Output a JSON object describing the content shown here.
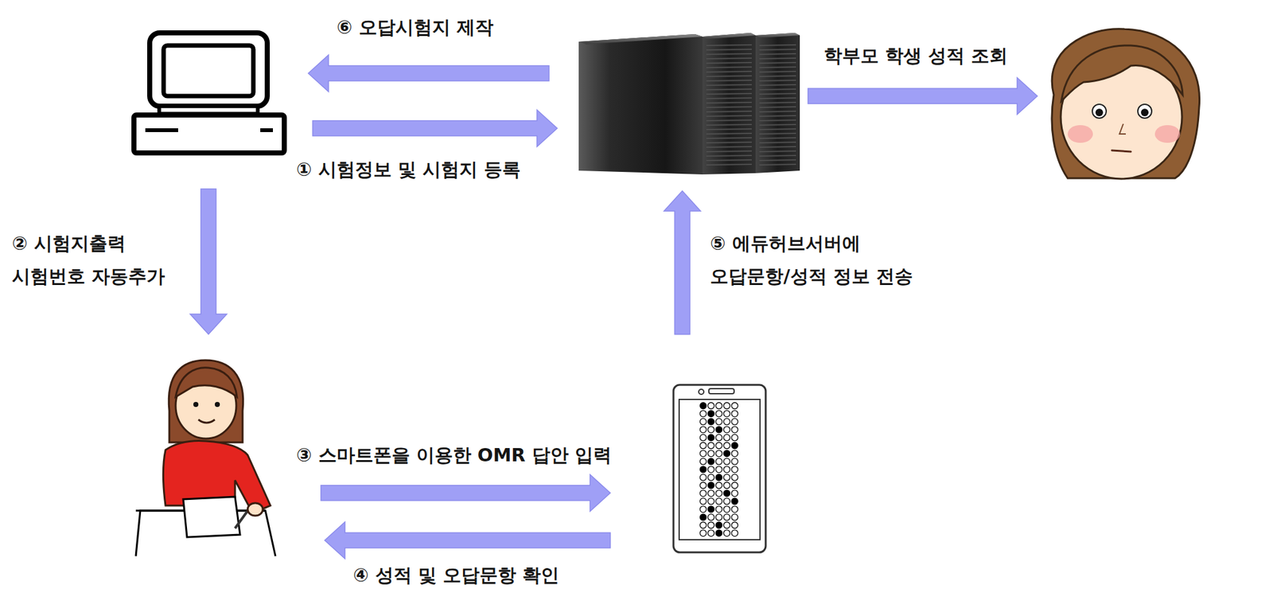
{
  "diagram": {
    "nodes": [
      {
        "text": []
      },
      {
        "text": []
      },
      {
        "text": []
      },
      {
        "text": []
      },
      {
        "text": []
      }
    ],
    "edges": [
      {
        "from": 0,
        "to": 1,
        "arrow": "to",
        "label": "① 시험정보 및 시험지 등록"
      },
      {
        "from": 0,
        "to": 3,
        "arrow": "to",
        "label": "② 시험지출력 시험번호 자동추가"
      },
      {
        "from": 3,
        "to": 4,
        "arrow": "to",
        "label": "③ 스마트폰을 이용한 OMR 답안 입력"
      },
      {
        "from": 4,
        "to": 3,
        "arrow": "to",
        "label": "④ 성적 및 오답문항 확인"
      },
      {
        "from": 4,
        "to": 1,
        "arrow": "to",
        "label": "⑤ 에듀허브서버에 오답문항/성적 정보 전송"
      },
      {
        "from": 1,
        "to": 0,
        "arrow": "to",
        "label": "⑥ 오답시험지 제작"
      },
      {
        "from": 1,
        "to": 2,
        "arrow": "to",
        "label": "학부모 학생 성적 조회"
      }
    ]
  }
}
